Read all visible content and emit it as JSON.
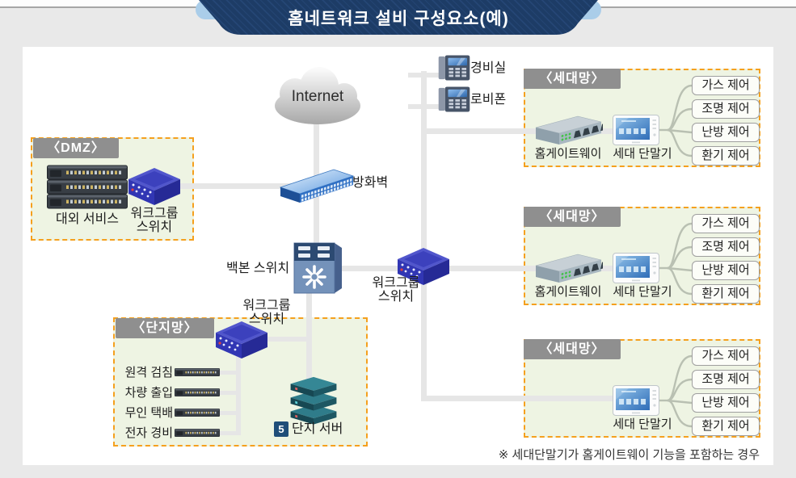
{
  "banner": {
    "title": "홈네트워크 설비 구성요소(예)"
  },
  "internet": {
    "label": "Internet"
  },
  "firewall": {
    "label": "방화벽"
  },
  "backbone": {
    "label": "백본 스위치"
  },
  "workgroup_center": {
    "line1": "워크그룹",
    "line2": "스위치"
  },
  "phones": {
    "security_office": "경비실",
    "lobby_phone": "로비폰"
  },
  "dmz": {
    "header": "〈DMZ〉",
    "servers_label": "대외 서비스",
    "switch_line1": "워크그룹",
    "switch_line2": "스위치"
  },
  "complex_net": {
    "header": "〈단지망〉",
    "switch_line1": "워크그룹",
    "switch_line2": "스위치",
    "devices": [
      "원격 검침",
      "차량 출입",
      "무인 택배",
      "전자 경비"
    ],
    "server_badge": "5",
    "server_label": "단지 서버"
  },
  "household_nets": [
    {
      "header": "〈세대망〉",
      "gateway": "홈게이트웨이",
      "terminal": "세대 단말기",
      "controls": [
        "가스 제어",
        "조명 제어",
        "난방 제어",
        "환기 제어"
      ]
    },
    {
      "header": "〈세대망〉",
      "gateway": "홈게이트웨이",
      "terminal": "세대 단말기",
      "controls": [
        "가스 제어",
        "조명 제어",
        "난방 제어",
        "환기 제어"
      ]
    },
    {
      "header": "〈세대망〉",
      "terminal": "세대 단말기",
      "controls": [
        "가스 제어",
        "조명 제어",
        "난방 제어",
        "환기 제어"
      ]
    }
  ],
  "footnote": "※ 세대단말기가 홈게이트웨이 기능을 포함하는 경우",
  "colors": {
    "banner_navy": "#1d3c66",
    "banner_accent": "#aacde9",
    "zone_bg": "#eef4e3",
    "zone_border": "#f5a01e",
    "header_bar": "#8f8f8f",
    "connector": "#e6e6e6",
    "switch_blue": "#3136b4",
    "firewall_blue": "#2e6fc4",
    "server_teal": "#1d5763",
    "badge_navy": "#1f4e79"
  }
}
